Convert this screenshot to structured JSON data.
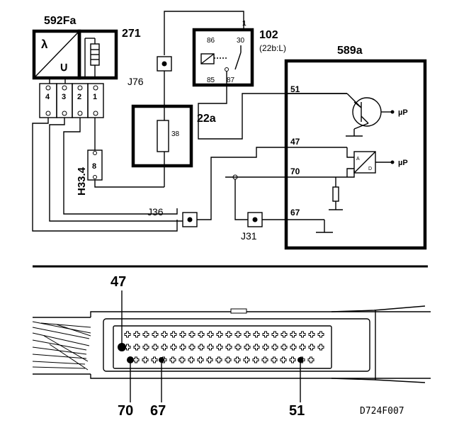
{
  "components": {
    "sensor": {
      "id": "592Fa",
      "symbol_top": "λ",
      "symbol_bottom": "∪"
    },
    "heater": {
      "id": "271"
    },
    "connector_4pin": {
      "pins": [
        "4",
        "3",
        "2",
        "1"
      ]
    },
    "relay": {
      "id": "102",
      "sub": "(22b:L)",
      "top_pin": "1",
      "pins": [
        "86",
        "30",
        "85",
        "87"
      ]
    },
    "junction_j76": {
      "id": "J76"
    },
    "fuse_box": {
      "id": "22a",
      "fuse": "38"
    },
    "connector_h33": {
      "id": "H33.4",
      "pin": "8"
    },
    "junction_j36": {
      "id": "J36"
    },
    "junction_j31": {
      "id": "J31"
    },
    "ecu": {
      "id": "589a",
      "pins": [
        "51",
        "47",
        "70",
        "67"
      ],
      "output_1": "µP",
      "output_2": "µP"
    }
  },
  "connector_view": {
    "pin_callouts": [
      "47",
      "70",
      "67",
      "51"
    ]
  },
  "figure_code": "D724F007"
}
